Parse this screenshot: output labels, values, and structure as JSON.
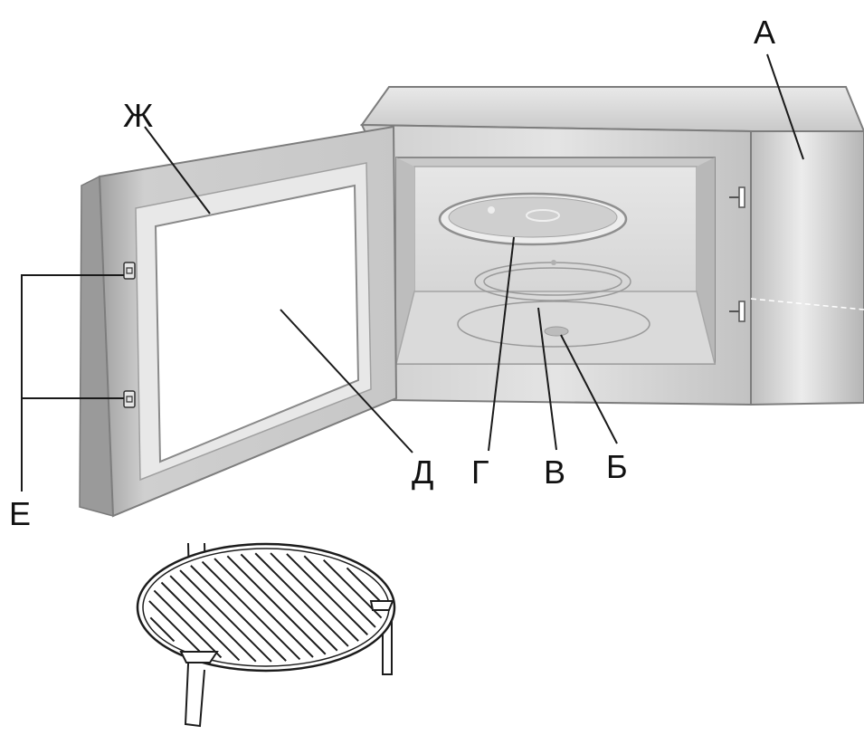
{
  "colors": {
    "body_light": "#eeeeee",
    "body_mid": "#d4d4d4",
    "body_dark": "#9c9c9c",
    "line": "#1a1a1a"
  },
  "labels": {
    "a": "А",
    "b": "Б",
    "v": "В",
    "g": "Г",
    "d": "Д",
    "e": "Е",
    "zh": "Ж"
  }
}
